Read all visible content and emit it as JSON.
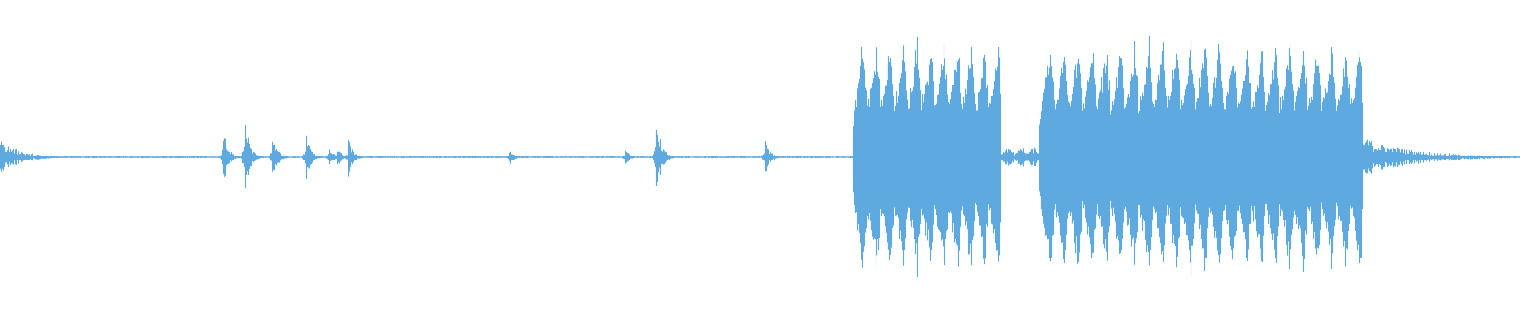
{
  "waveform": {
    "color": "#5eaae0",
    "background": "#ffffff",
    "segments": [
      {
        "kind": "decay",
        "start": 0.0,
        "end": 0.045,
        "peak": 0.14
      },
      {
        "kind": "transient",
        "at": 0.147,
        "peak": 0.26
      },
      {
        "kind": "transient",
        "at": 0.161,
        "peak": 0.34
      },
      {
        "kind": "transient",
        "at": 0.179,
        "peak": 0.24
      },
      {
        "kind": "transient",
        "at": 0.201,
        "peak": 0.22
      },
      {
        "kind": "transient",
        "at": 0.216,
        "peak": 0.09
      },
      {
        "kind": "transient",
        "at": 0.222,
        "peak": 0.08
      },
      {
        "kind": "transient",
        "at": 0.229,
        "peak": 0.16
      },
      {
        "kind": "transient",
        "at": 0.335,
        "peak": 0.06
      },
      {
        "kind": "transient",
        "at": 0.411,
        "peak": 0.07
      },
      {
        "kind": "transient",
        "at": 0.432,
        "peak": 0.35
      },
      {
        "kind": "transient",
        "at": 0.503,
        "peak": 0.16
      },
      {
        "kind": "burst",
        "start": 0.561,
        "end": 0.659,
        "pulses": 11,
        "peak": 0.96,
        "floor": 0.45
      },
      {
        "kind": "gap",
        "start": 0.659,
        "end": 0.684,
        "peak": 0.08
      },
      {
        "kind": "burst",
        "start": 0.684,
        "end": 0.897,
        "pulses": 23,
        "peak": 0.96,
        "floor": 0.45
      },
      {
        "kind": "decay",
        "start": 0.897,
        "end": 1.0,
        "peak": 0.16
      }
    ]
  }
}
